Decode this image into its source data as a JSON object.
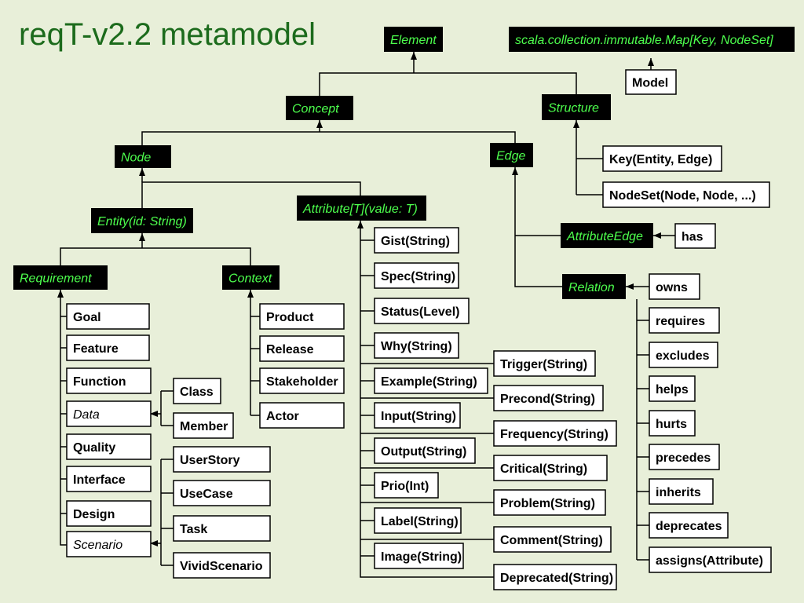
{
  "title": "reqT-v2.2 metamodel",
  "diagram": {
    "black_boxes": {
      "element": "Element",
      "map": "scala.collection.immutable.Map[Key, NodeSet]",
      "concept": "Concept",
      "structure": "Structure",
      "node": "Node",
      "edge": "Edge",
      "entity": "Entity(id: String)",
      "attribute": "Attribute[T](value: T)",
      "requirement": "Requirement",
      "context": "Context",
      "attribute_edge": "AttributeEdge",
      "relation": "Relation"
    },
    "structure_items": {
      "model": "Model",
      "key": "Key(Entity, Edge)",
      "nodeset": "NodeSet(Node, Node, ...)",
      "has": "has"
    },
    "requirement_items": [
      "Goal",
      "Feature",
      "Function",
      "Data",
      "Quality",
      "Interface",
      "Design",
      "Scenario"
    ],
    "data_items": [
      "Class",
      "Member"
    ],
    "scenario_items": [
      "UserStory",
      "UseCase",
      "Task",
      "VividScenario"
    ],
    "context_items": [
      "Product",
      "Release",
      "Stakeholder",
      "Actor"
    ],
    "attribute_items": [
      "Gist(String)",
      "Spec(String)",
      "Status(Level)",
      "Why(String)",
      "Example(String)",
      "Input(String)",
      "Output(String)",
      "Prio(Int)",
      "Label(String)",
      "Image(String)"
    ],
    "attribute_items_right": [
      "Trigger(String)",
      "Precond(String)",
      "Frequency(String)",
      "Critical(String)",
      "Problem(String)",
      "Comment(String)",
      "Deprecated(String)"
    ],
    "relation_items": [
      "owns",
      "requires",
      "excludes",
      "helps",
      "hurts",
      "precedes",
      "inherits",
      "deprecates",
      "assigns(Attribute)"
    ]
  }
}
